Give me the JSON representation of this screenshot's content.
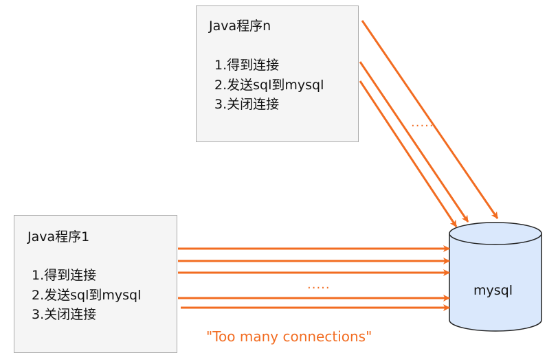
{
  "program_n": {
    "title": "Java程序n",
    "steps": [
      "1.得到连接",
      "2.发送sql到mysql",
      "3.关闭连接"
    ]
  },
  "program_1": {
    "title": "Java程序1",
    "steps": [
      "1.得到连接",
      "2.发送sql到mysql",
      "3.关闭连接"
    ]
  },
  "database": {
    "label": "mysql"
  },
  "ellipsis_upper": ".....",
  "ellipsis_lower": ".....",
  "error_message": "\"Too many connections\"",
  "colors": {
    "arrow": "#f26c21",
    "db_fill": "#dae8fc",
    "db_stroke": "#222222",
    "box_fill": "#f5f5f5",
    "box_stroke": "#aaaaaa"
  }
}
